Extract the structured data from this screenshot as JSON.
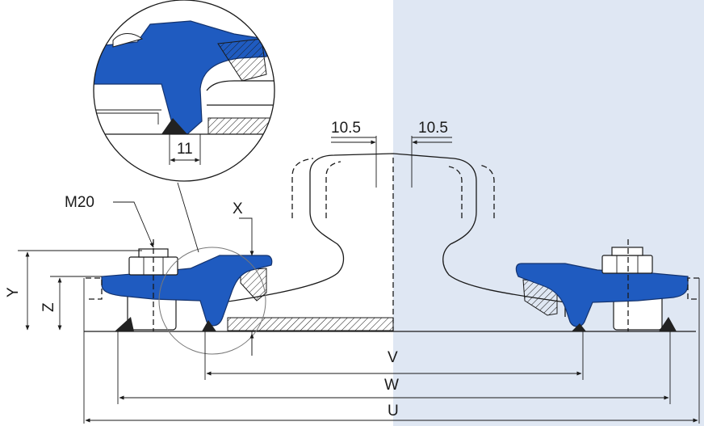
{
  "labels": {
    "detail_gap": "11",
    "offset_left": "10.5",
    "offset_right": "10.5",
    "bolt": "M20",
    "x": "X",
    "y": "Y",
    "z": "Z",
    "v": "V",
    "w": "W",
    "u": "U"
  },
  "colors": {
    "clip": "#1f5bc0",
    "background_right": "#dfe7f3",
    "line": "#1a1a1a"
  }
}
